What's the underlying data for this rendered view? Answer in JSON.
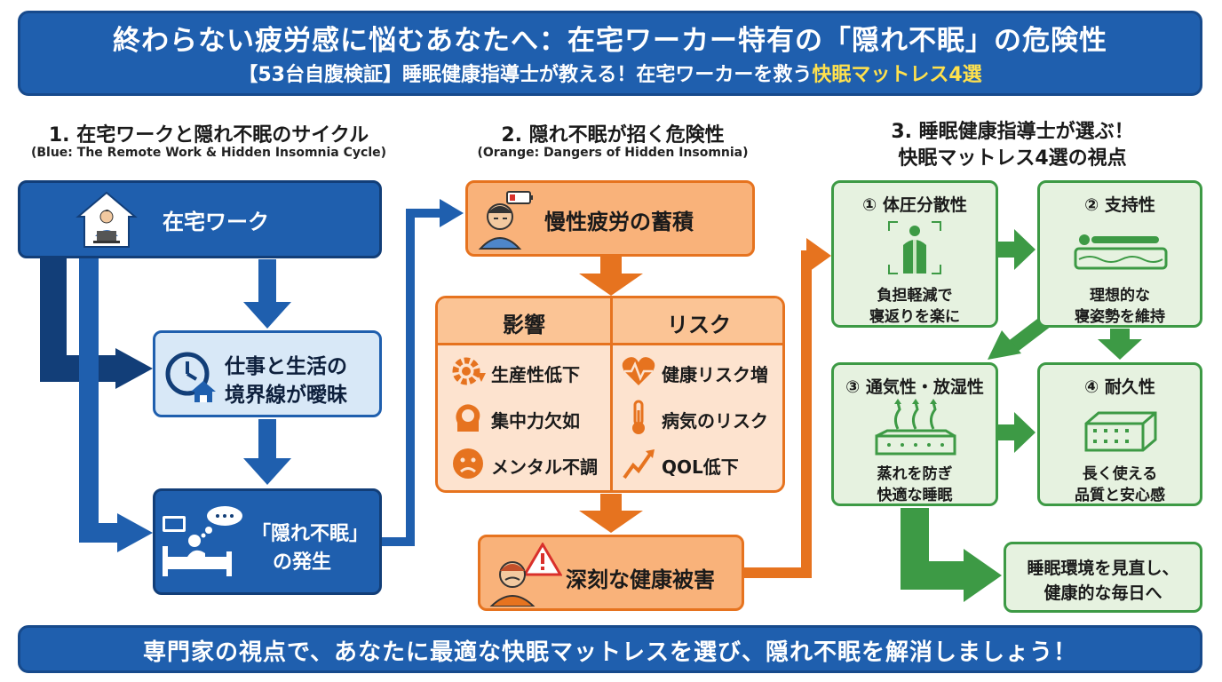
{
  "header": {
    "title": "終わらない疲労感に悩むあなたへ：在宅ワーカー特有の「隠れ不眠」の危険性",
    "subtitle_pre": "【53台自腹検証】睡眠健康指導士が教える！在宅ワーカーを救う",
    "subtitle_highlight": "快眠マットレス4選"
  },
  "section1": {
    "title": "1. 在宅ワークと隠れ不眠のサイクル",
    "subtitle": "(Blue: The Remote Work & Hidden Insomnia Cycle)",
    "remote_work": "在宅ワーク",
    "boundary_line1": "仕事と生活の",
    "boundary_line2": "境界線が曖昧",
    "insomnia_line1": "「隠れ不眠」",
    "insomnia_line2": "の発生"
  },
  "section2": {
    "title": "2. 隠れ不眠が招く危険性",
    "subtitle": "(Orange: Dangers of Hidden Insomnia)",
    "fatigue": "慢性疲労の蓄積",
    "impact_header": "影響",
    "risk_header": "リスク",
    "impacts": [
      "生産性低下",
      "集中力欠如",
      "メンタル不調"
    ],
    "risks": [
      "健康リスク増",
      "病気のリスク",
      "QOL低下"
    ],
    "damage": "深刻な健康被害"
  },
  "section3": {
    "title_line1": "3. 睡眠健康指導士が選ぶ！",
    "title_line2": "快眠マットレス4選の視点",
    "points": [
      {
        "title": "① 体圧分散性",
        "desc1": "負担軽減で",
        "desc2": "寝返りを楽に"
      },
      {
        "title": "② 支持性",
        "desc1": "理想的な",
        "desc2": "寝姿勢を維持"
      },
      {
        "title": "③ 通気性・放湿性",
        "desc1": "蒸れを防ぎ",
        "desc2": "快適な睡眠"
      },
      {
        "title": "④ 耐久性",
        "desc1": "長く使える",
        "desc2": "品質と安心感"
      }
    ],
    "conclusion_line1": "睡眠環境を見直し、",
    "conclusion_line2": "健康的な毎日へ"
  },
  "footer": {
    "text": "専門家の視点で、あなたに最適な快眠マットレスを選び、隠れ不眠を解消しましょう！"
  },
  "colors": {
    "blue": "#1f5fae",
    "dark_blue": "#123e78",
    "orange": "#e6731f",
    "green": "#3d9a45",
    "highlight": "#ffe14d"
  }
}
